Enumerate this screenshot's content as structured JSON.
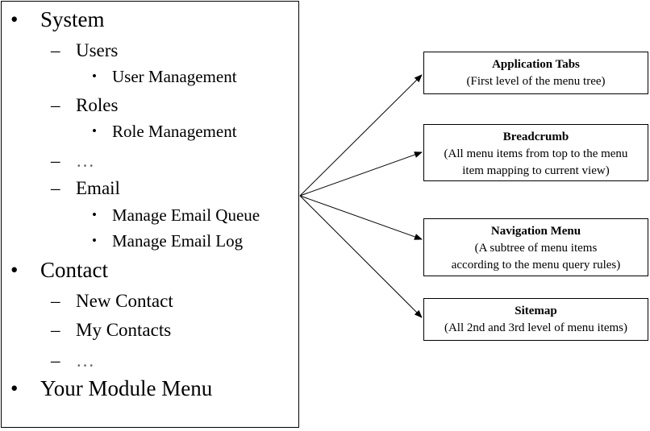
{
  "menu_tree": [
    {
      "level": 1,
      "marker": "•",
      "label": "System"
    },
    {
      "level": 2,
      "marker": "–",
      "label": "Users"
    },
    {
      "level": 3,
      "marker": "•",
      "label": "User Management"
    },
    {
      "level": 2,
      "marker": "–",
      "label": "Roles"
    },
    {
      "level": 3,
      "marker": "•",
      "label": "Role Management"
    },
    {
      "level": 2,
      "marker": "–",
      "label": "…"
    },
    {
      "level": 2,
      "marker": "–",
      "label": "Email"
    },
    {
      "level": 3,
      "marker": "•",
      "label": "Manage Email Queue"
    },
    {
      "level": 3,
      "marker": "•",
      "label": "Manage Email Log"
    },
    {
      "level": 1,
      "marker": "•",
      "label": "Contact"
    },
    {
      "level": 2,
      "marker": "–",
      "label": "New Contact"
    },
    {
      "level": 2,
      "marker": "–",
      "label": "My Contacts"
    },
    {
      "level": 2,
      "marker": "–",
      "label": "…"
    },
    {
      "level": 1,
      "marker": "•",
      "label": "Your Module Menu"
    }
  ],
  "targets": [
    {
      "title": "Application Tabs",
      "lines": [
        "(First level of the menu tree)"
      ]
    },
    {
      "title": "Breadcrumb",
      "lines": [
        "(All menu items from top to the menu",
        "item mapping to current view)"
      ]
    },
    {
      "title": "Navigation Menu",
      "lines": [
        "(A subtree of menu items",
        "according to the menu query rules)"
      ]
    },
    {
      "title": "Sitemap",
      "lines": [
        "(All 2nd and 3rd level of menu items)"
      ]
    }
  ]
}
